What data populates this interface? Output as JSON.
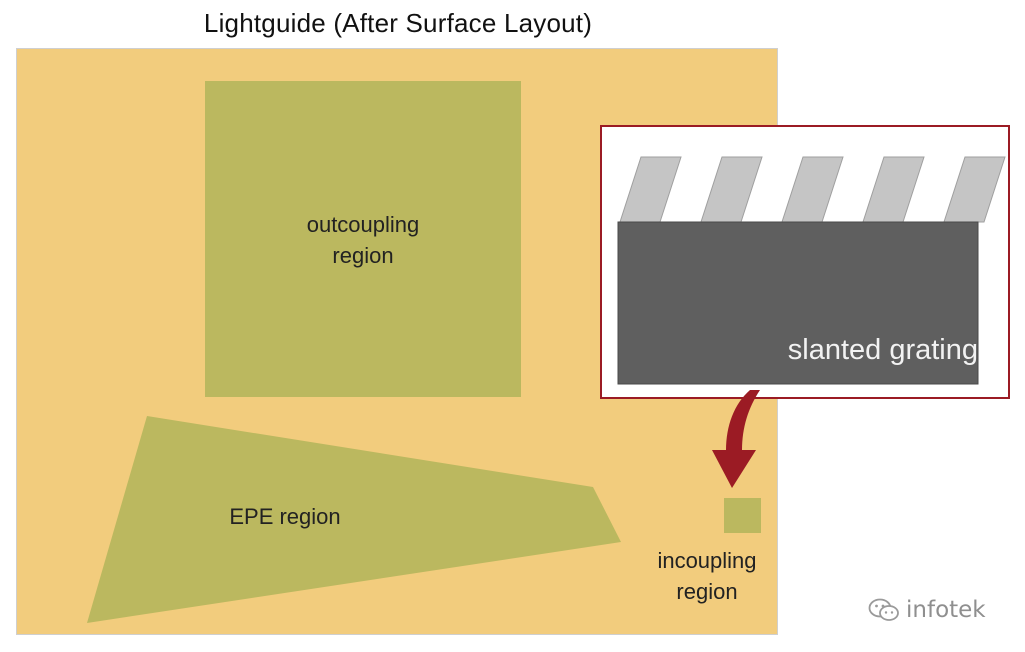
{
  "title": "Lightguide (After Surface Layout)",
  "regions": {
    "outcoupling": "outcoupling\nregion",
    "epe": "EPE region",
    "incoupling": "incoupling\nregion"
  },
  "inset": {
    "label": "slanted grating",
    "ridge_count": 5
  },
  "watermark": {
    "text": "infotek",
    "icon": "wechat-icon"
  },
  "colors": {
    "lightguide": "#f2cc7d",
    "region": "#bbb85f",
    "substrate": "#5f5f5f",
    "ridge": "#c5c5c5",
    "inset_border": "#9b1b24",
    "arrow": "#9b1b24"
  }
}
